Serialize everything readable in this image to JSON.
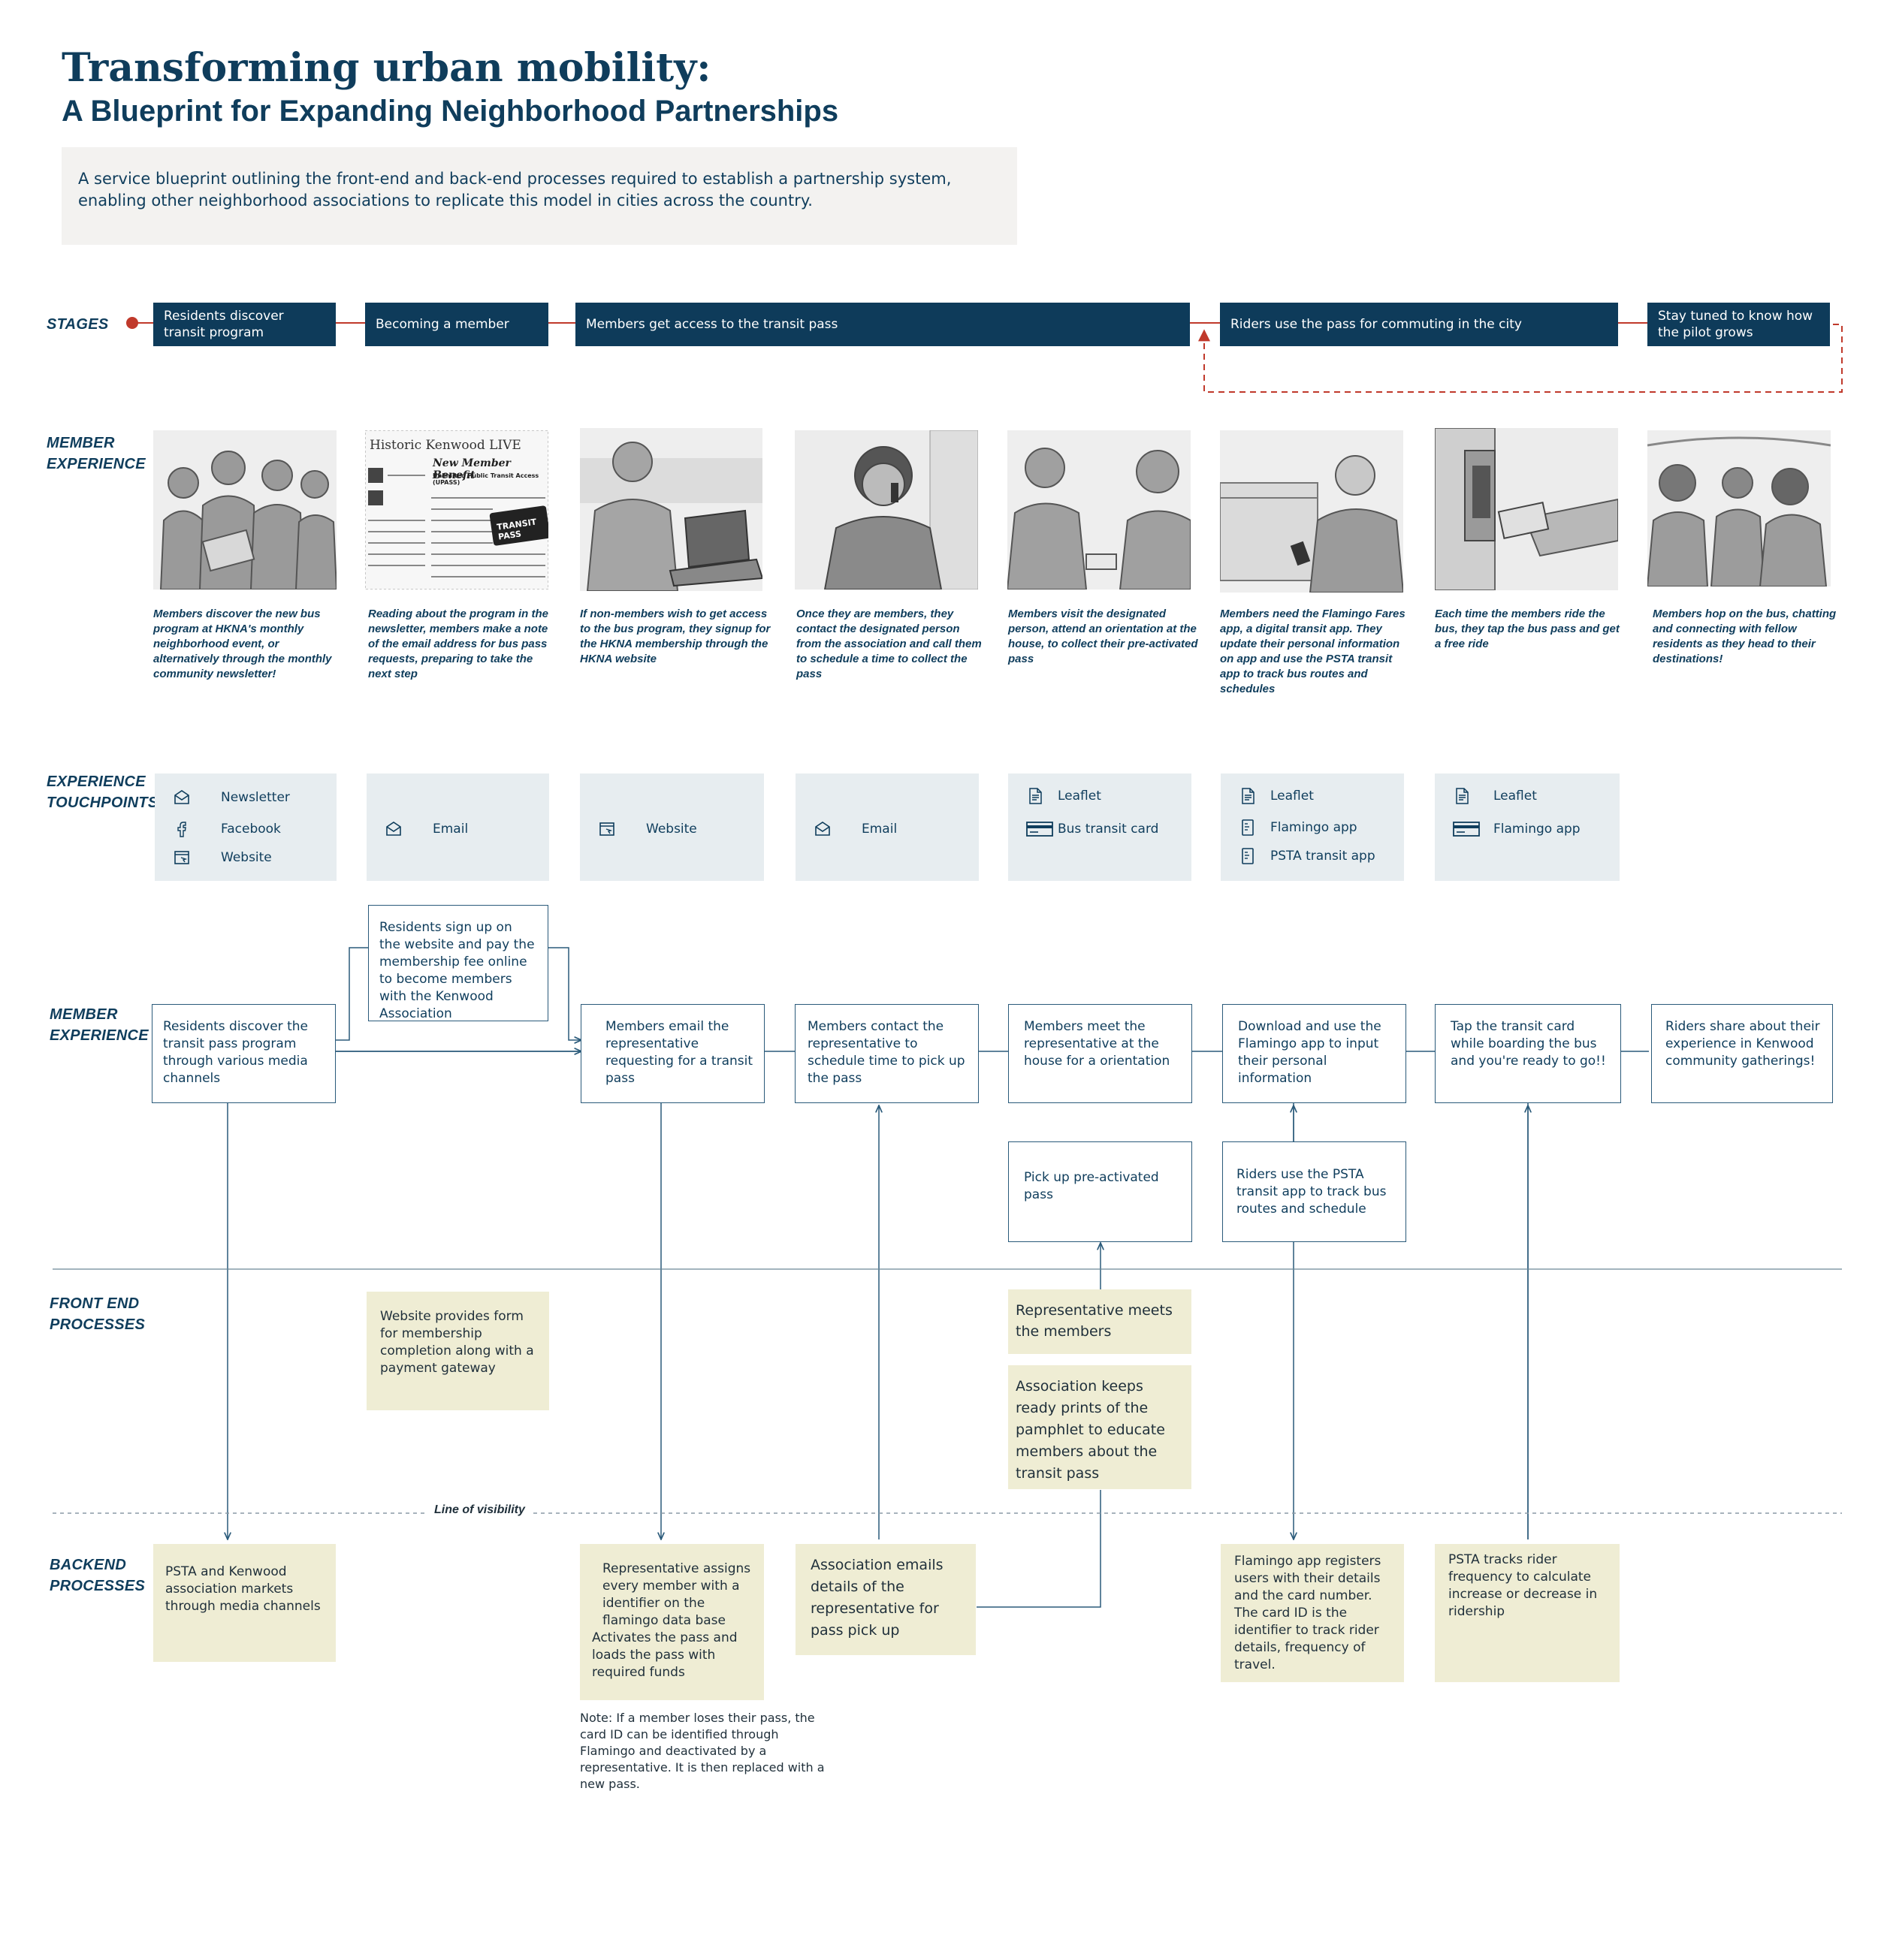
{
  "title": "Transforming urban mobility:",
  "subtitle": "A Blueprint for Expanding Neighborhood Partnerships",
  "intro": "A service blueprint outlining the front-end and back-end processes required to establish a partnership system, enabling other neighborhood associations to replicate this model in cities across the country.",
  "row_labels": {
    "stages": "STAGES",
    "member_experience_1": "MEMBER EXPERIENCE",
    "touchpoints": "EXPERIENCE TOUCHPOINTS",
    "member_experience_2": "MEMBER EXPERIENCE",
    "front_end": "FRONT END PROCESSES",
    "backend": "BACKEND PROCESSES"
  },
  "stages": [
    "Residents discover transit program",
    "Becoming a member",
    "Members get access to the transit pass",
    "Riders use the pass for commuting in the city",
    "Stay tuned to know how the pilot grows"
  ],
  "photo_panel": {
    "newsletter_title": "Historic Kenwood LIVE",
    "benefit_title": "New Member Benefit",
    "benefit_subtitle": "Unlimited Public Transit Access (UPASS)",
    "card_text": "TRANSIT PASS"
  },
  "captions": [
    "Members discover the new bus program at HKNA's monthly neighborhood event, or alternatively through the monthly community newsletter!",
    "Reading about the program in the newsletter, members make a note of the email address for bus pass requests, preparing to take the next step",
    "If non-members wish to get access to the bus program, they  signup for the HKNA membership through the HKNA website",
    "Once they are members, they contact the designated person from the association and call them to schedule a time to collect the pass",
    "Members visit the designated person, attend an orientation at the house, to collect their pre-activated pass",
    "Members need the Flamingo Fares app, a digital transit app.  They update their personal information on app and use the PSTA transit app to track bus routes and schedules",
    "Each time the members ride the bus, they tap the bus pass and get a free ride",
    "Members hop on the bus, chatting and connecting with fellow residents as they head to their destinations!"
  ],
  "touchpoints": [
    [
      {
        "icon": "newsletter-icon",
        "label": "Newsletter"
      },
      {
        "icon": "facebook-icon",
        "label": "Facebook"
      },
      {
        "icon": "website-icon",
        "label": "Website"
      }
    ],
    [
      {
        "icon": "email-icon",
        "label": "Email"
      }
    ],
    [
      {
        "icon": "website-icon",
        "label": "Website"
      }
    ],
    [
      {
        "icon": "email-icon",
        "label": "Email"
      }
    ],
    [
      {
        "icon": "leaflet-icon",
        "label": "Leaflet"
      },
      {
        "icon": "card-icon",
        "label": "Bus transit card"
      }
    ],
    [
      {
        "icon": "leaflet-icon",
        "label": "Leaflet"
      },
      {
        "icon": "phone-app-icon",
        "label": "Flamingo app"
      },
      {
        "icon": "phone-app-icon",
        "label": "PSTA transit app"
      }
    ],
    [
      {
        "icon": "leaflet-icon",
        "label": "Leaflet"
      },
      {
        "icon": "card-icon",
        "label": "Flamingo app"
      }
    ]
  ],
  "member_actions": {
    "signup": "Residents sign up on the website and pay the membership fee online to become members with the Kenwood Association",
    "discover": "Residents discover the transit pass program through various media channels",
    "email_rep": "Members email the representative requesting for a transit pass",
    "contact_rep": "Members contact the representative to schedule time  to pick up the pass",
    "meet_rep": "Members meet the representative at the house for a orientation",
    "download_app": "Download and use the Flamingo app to input their personal information",
    "tap_card": "Tap the transit card while boarding the bus and you're ready to go!!",
    "share": "Riders share about their experience in Kenwood community gatherings!",
    "pickup": "Pick up pre-activated pass",
    "psta_app": "Riders use the PSTA transit app to track bus routes and schedule"
  },
  "front_end": {
    "website_form": "Website provides form for membership completion along with a payment gateway",
    "rep_meets": "Representative meets the members",
    "prints": "Association keeps ready prints of the  pamphlet to educate members about the transit pass"
  },
  "line_of_visibility": "Line of visibility",
  "backend": {
    "marketing": "PSTA and Kenwood association markets through media channels",
    "rep_assigns": "Representative assigns every member with a identifier on the flamingo data base",
    "rep_activates": "Activates the pass and loads the pass with required funds",
    "assoc_emails": "Association emails details of the representative for pass pick up",
    "flamingo_registers": "Flamingo app registers users with their details and the card number. The card ID is the identifier to track rider details, frequency of travel.",
    "psta_tracks": "PSTA tracks rider frequency to calculate increase or decrease in ridership"
  },
  "note": "Note: If a member loses their pass, the card ID can be identified through Flamingo and deactivated by a representative. It is then replaced with a new pass.",
  "colors": {
    "navy": "#0e3b5a",
    "stage_line": "#c0392b",
    "touchpoint_bg": "#e7edf0",
    "process_bg": "#efedd4",
    "intro_bg": "#f3f2f0"
  }
}
